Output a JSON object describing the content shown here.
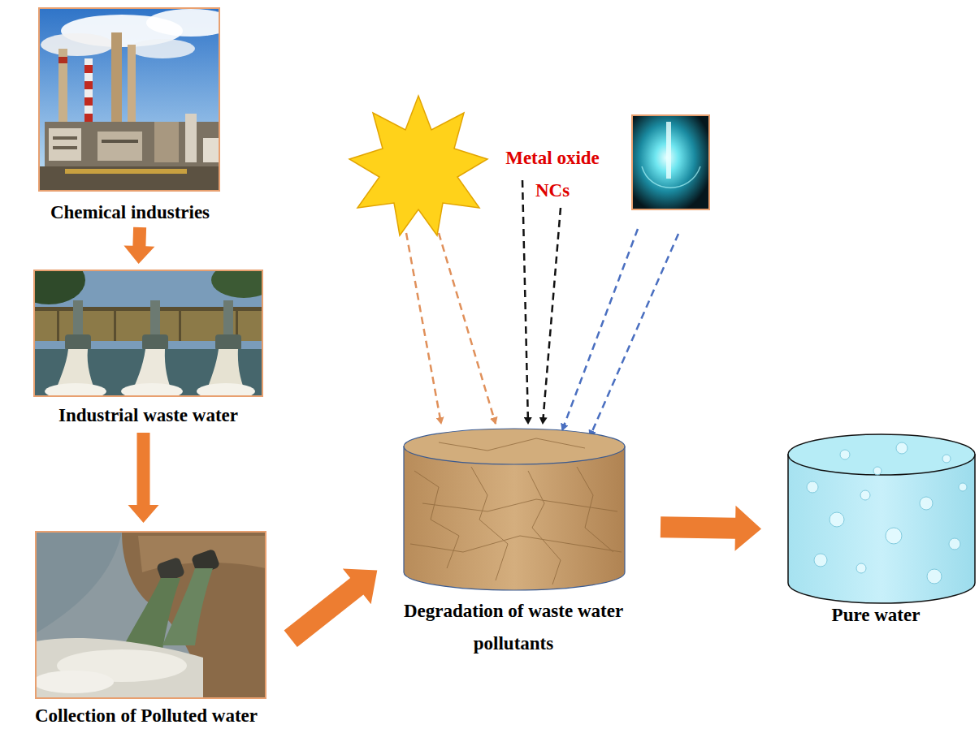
{
  "diagram": {
    "nodes": [
      {
        "text": [
          "Chemical industries"
        ]
      },
      {
        "text": [
          "Industrial waste water"
        ]
      },
      {
        "text": [
          "Collection of Polluted water"
        ]
      },
      {
        "text": [
          "Degradation of waste water pollutants"
        ]
      },
      {
        "text": [
          "Pure water"
        ]
      }
    ],
    "edges": [
      {
        "from": 0,
        "to": 1,
        "arrow": "to"
      },
      {
        "from": 1,
        "to": 2,
        "arrow": "to"
      },
      {
        "from": 2,
        "to": 3,
        "arrow": "to"
      },
      {
        "from": 3,
        "to": 4,
        "arrow": "to"
      }
    ],
    "labels": [
      "Metal oxide NCs"
    ]
  }
}
